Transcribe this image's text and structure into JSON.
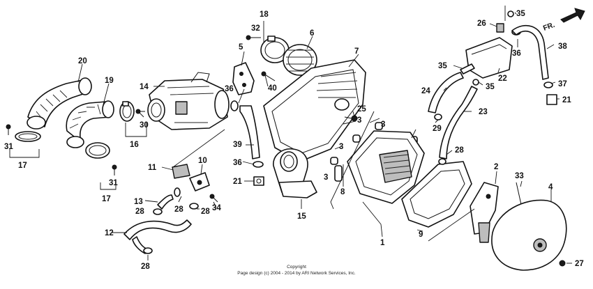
{
  "callouts": {
    "c1": "1",
    "c2": "2",
    "c3a": "3",
    "c3b": "3",
    "c3c": "3",
    "c3d": "3",
    "c4": "4",
    "c5": "5",
    "c6": "6",
    "c7": "7",
    "c8": "8",
    "c9": "9",
    "c10": "10",
    "c11": "11",
    "c12": "12",
    "c13": "13",
    "c14": "14",
    "c15": "15",
    "c16": "16",
    "c17a": "17",
    "c17b": "17",
    "c18": "18",
    "c19": "19",
    "c20": "20",
    "c21a": "21",
    "c21b": "21",
    "c22": "22",
    "c23": "23",
    "c24": "24",
    "c25": "25",
    "c26": "26",
    "c27": "27",
    "c28a": "28",
    "c28b": "28",
    "c28c": "28",
    "c28d": "28",
    "c28e": "28",
    "c29": "29",
    "c30": "30",
    "c31a": "31",
    "c31b": "31",
    "c32": "32",
    "c33": "33",
    "c34": "34",
    "c35a": "35",
    "c35b": "35",
    "c35c": "35",
    "c36a": "36",
    "c36b": "36",
    "c36c": "36",
    "c37": "37",
    "c38": "38",
    "c39": "39",
    "c40": "40"
  },
  "direction_label": "FR.",
  "copyright": {
    "line1": "Copyright",
    "line2": "Page design (c) 2004 - 2014 by ARI Network Services, Inc."
  }
}
